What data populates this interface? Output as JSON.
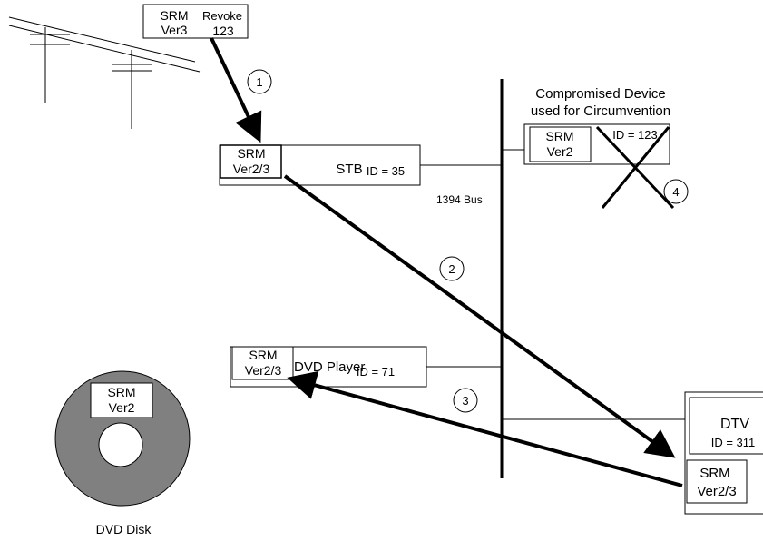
{
  "header_srm": {
    "line1": "SRM",
    "line2": "Ver3",
    "revoke_label": "Revoke",
    "revoke_id": "123"
  },
  "stb": {
    "srm_line1": "SRM",
    "srm_line2": "Ver2/3",
    "name": "STB",
    "id": "ID = 35"
  },
  "bus": {
    "label": "1394 Bus"
  },
  "compromised": {
    "title_line1": "Compromised Device",
    "title_line2": "used for Circumvention",
    "srm_line1": "SRM",
    "srm_line2": "Ver2",
    "id": "ID = 123"
  },
  "dvd_player": {
    "srm_line1": "SRM",
    "srm_line2": "Ver2/3",
    "name": "DVD Player",
    "id": "ID = 71"
  },
  "dtv": {
    "name": "DTV",
    "id": "ID = 311",
    "srm_line1": "SRM",
    "srm_line2": "Ver2/3"
  },
  "dvd_disk": {
    "srm_line1": "SRM",
    "srm_line2": "Ver2",
    "label": "DVD Disk"
  },
  "steps": [
    "1",
    "2",
    "3",
    "4"
  ],
  "colors": {
    "line": "#000000",
    "disk": "#808080",
    "background": "#ffffff"
  }
}
